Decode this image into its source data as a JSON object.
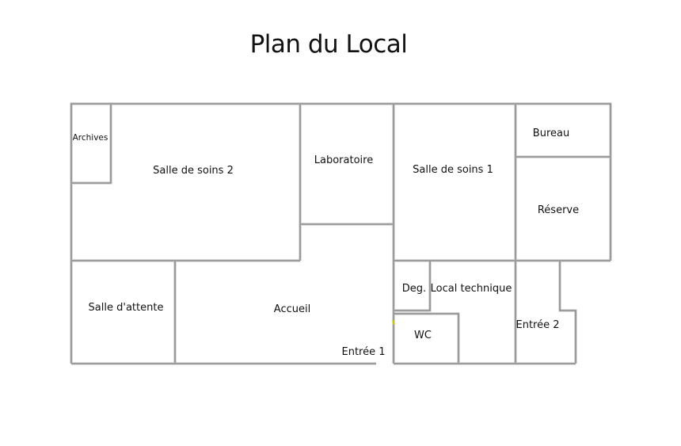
{
  "title": "Plan du Local",
  "rooms": {
    "archives": "Archives",
    "salle_soins_2": "Salle de soins 2",
    "laboratoire": "Laboratoire",
    "salle_soins_1": "Salle de soins 1",
    "bureau": "Bureau",
    "reserve": "Réserve",
    "salle_attente": "Salle d'attente",
    "accueil": "Accueil",
    "entree_1": "Entrée 1",
    "deg": "Deg.",
    "local_technique": "Local technique",
    "wc": "WC",
    "entree_2": "Entrée 2"
  },
  "colors": {
    "wall": "#b9b9b9",
    "wall_line": "#6d6d6d",
    "text": "#111111",
    "door_marker": "#c8c800"
  }
}
